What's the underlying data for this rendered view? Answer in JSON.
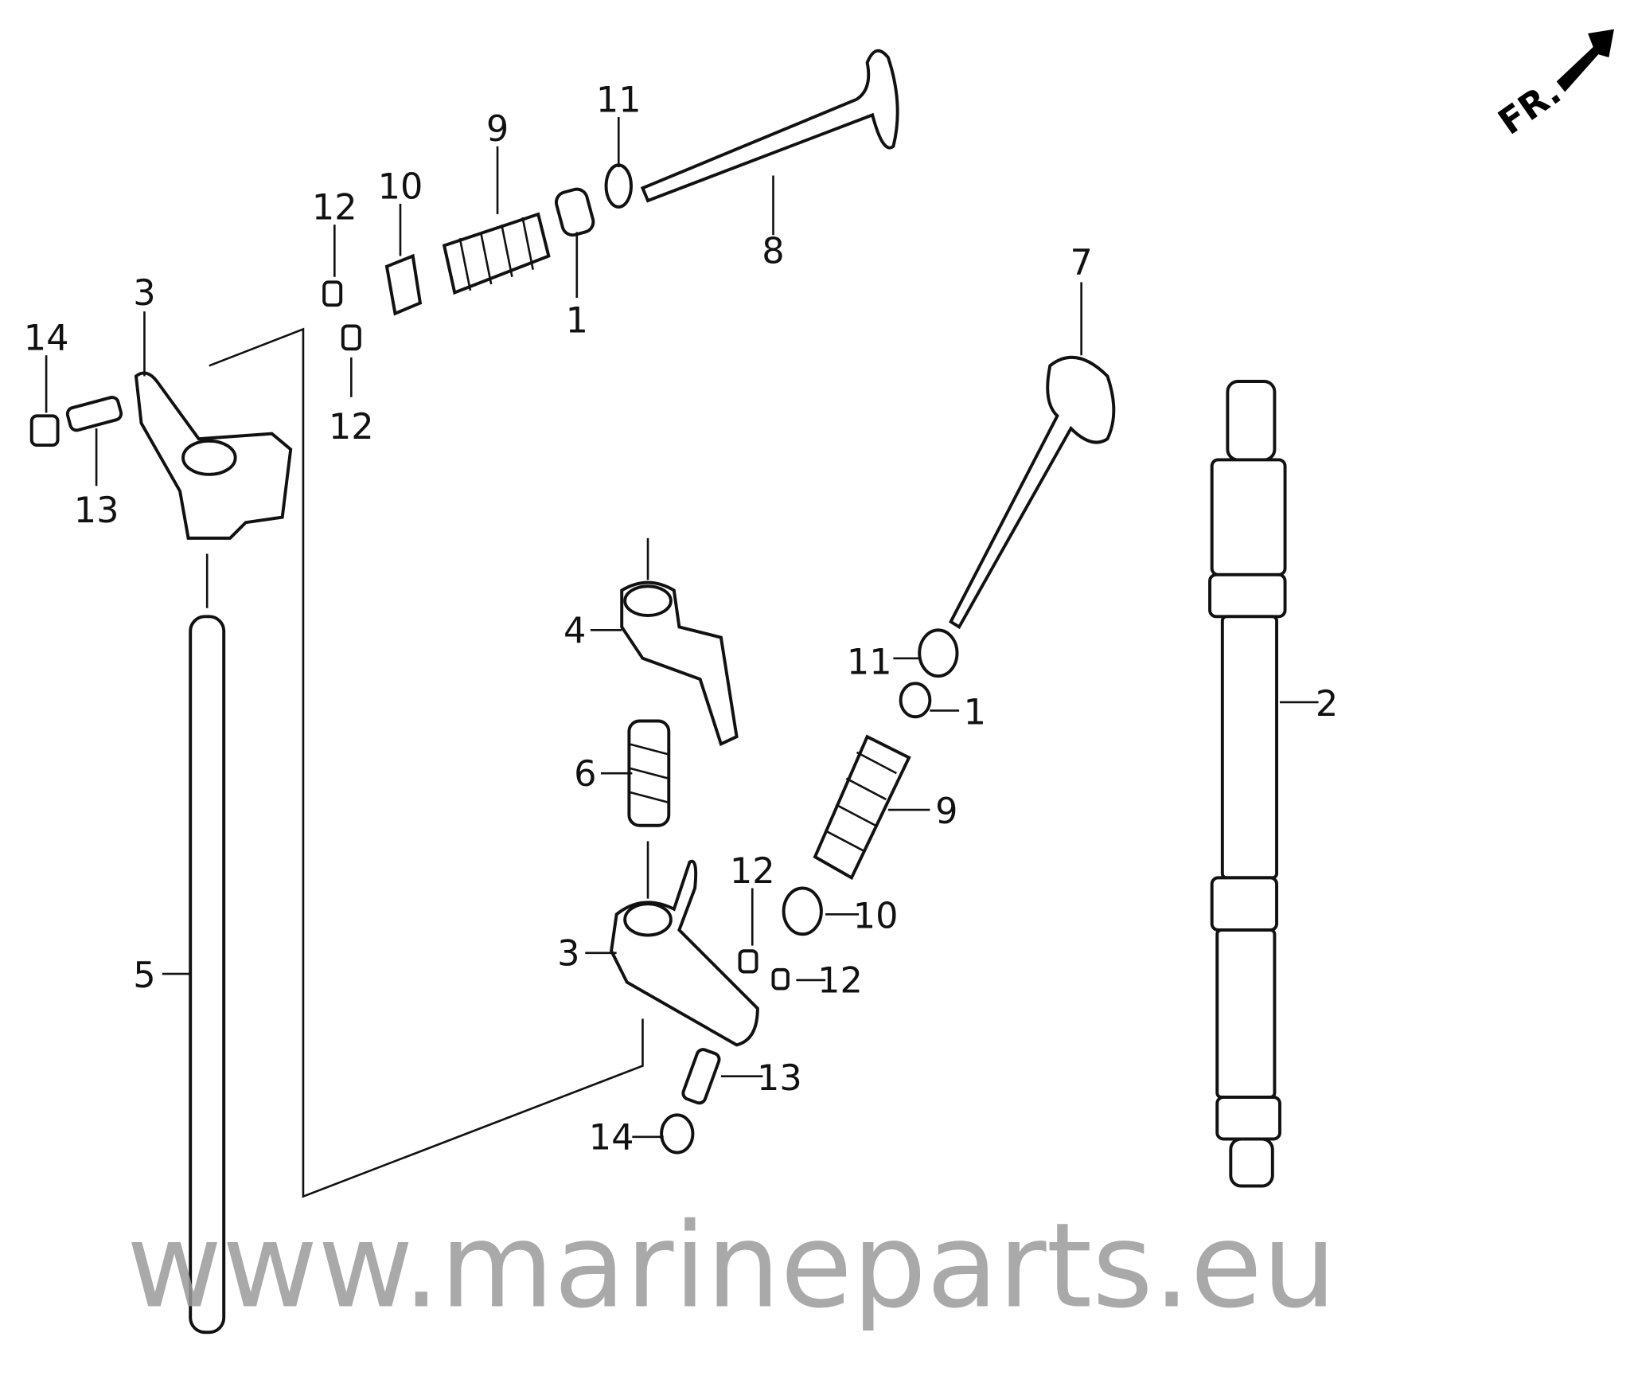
{
  "diagram": {
    "watermark": "www.marineparts.eu",
    "direction_label": "FR.",
    "callouts": [
      {
        "id": "c11a",
        "text": "11"
      },
      {
        "id": "c9a",
        "text": "9"
      },
      {
        "id": "c10a",
        "text": "10"
      },
      {
        "id": "c12a",
        "text": "12"
      },
      {
        "id": "c8",
        "text": "8"
      },
      {
        "id": "c1a",
        "text": "1"
      },
      {
        "id": "c3a",
        "text": "3"
      },
      {
        "id": "c14a",
        "text": "14"
      },
      {
        "id": "c12b",
        "text": "12"
      },
      {
        "id": "c13a",
        "text": "13"
      },
      {
        "id": "c7",
        "text": "7"
      },
      {
        "id": "c4",
        "text": "4"
      },
      {
        "id": "c11b",
        "text": "11"
      },
      {
        "id": "c1b",
        "text": "1"
      },
      {
        "id": "c2",
        "text": "2"
      },
      {
        "id": "c6",
        "text": "6"
      },
      {
        "id": "c9b",
        "text": "9"
      },
      {
        "id": "c12c",
        "text": "12"
      },
      {
        "id": "c10b",
        "text": "10"
      },
      {
        "id": "c3b",
        "text": "3"
      },
      {
        "id": "c5",
        "text": "5"
      },
      {
        "id": "c12d",
        "text": "12"
      },
      {
        "id": "c13b",
        "text": "13"
      },
      {
        "id": "c14b",
        "text": "14"
      }
    ]
  }
}
